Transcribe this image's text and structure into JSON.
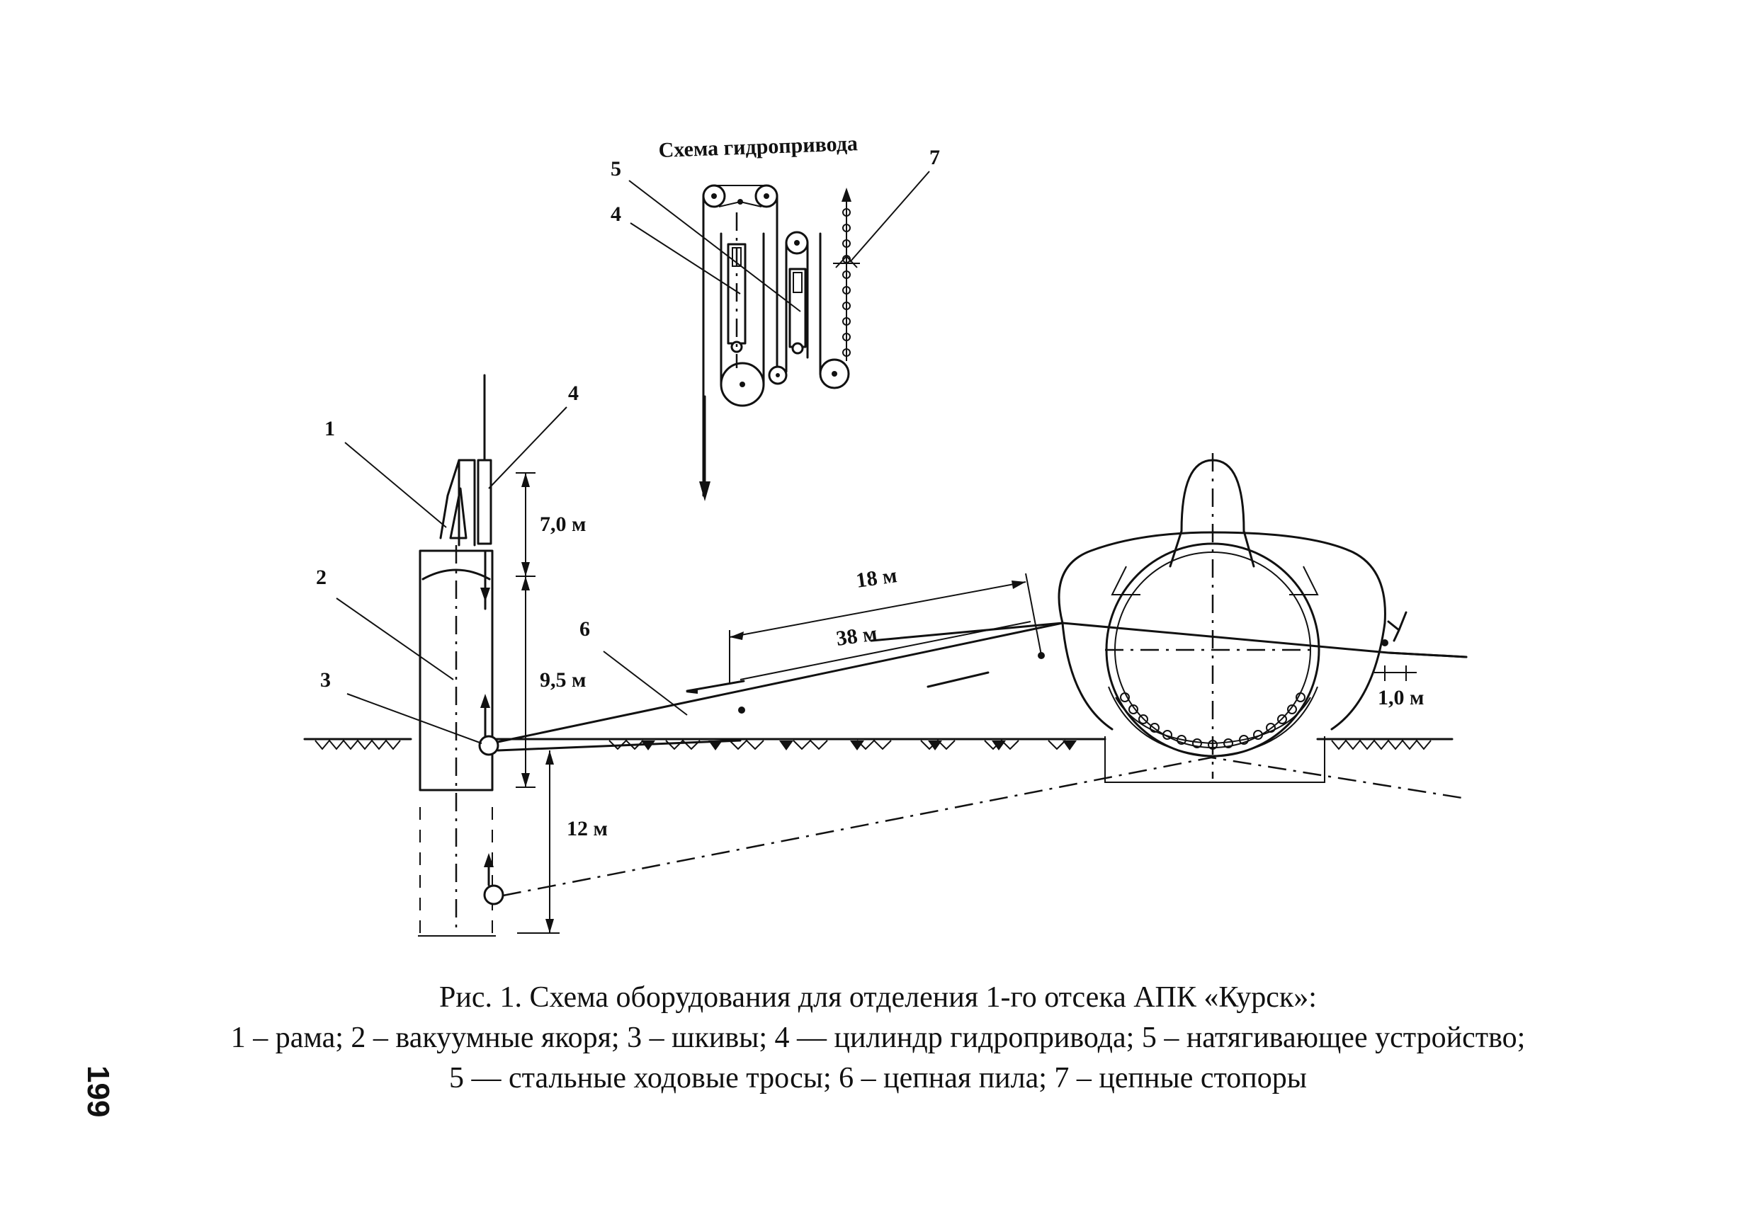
{
  "figure": {
    "inset_title": "Схема гидропривода",
    "part_labels": {
      "frame": "1",
      "vacuum_anchors": "2",
      "sheaves": "3",
      "hydraulic_cylinder": "4",
      "tensioner": "5",
      "chain_saw": "6",
      "chain_stoppers": "7"
    },
    "dimensions": {
      "frame_height": "7,0 м",
      "anchor_height": "9,5 м",
      "lower_depth": "12 м",
      "saw_inner": "18 м",
      "saw_outer": "38 м",
      "offset": "1,0 м"
    }
  },
  "caption": {
    "line1": "Рис. 1. Схема оборудования для отделения 1-го отсека АПК «Курск»:",
    "line2": "1 – рама; 2 – вакуумные якоря; 3 – шкивы; 4 — цилиндр гидропривода;  5 – натягивающее устройство;",
    "line3": "5 — стальные ходовые тросы; 6 – цепная пила; 7 – цепные стопоры"
  },
  "page_number": "199"
}
